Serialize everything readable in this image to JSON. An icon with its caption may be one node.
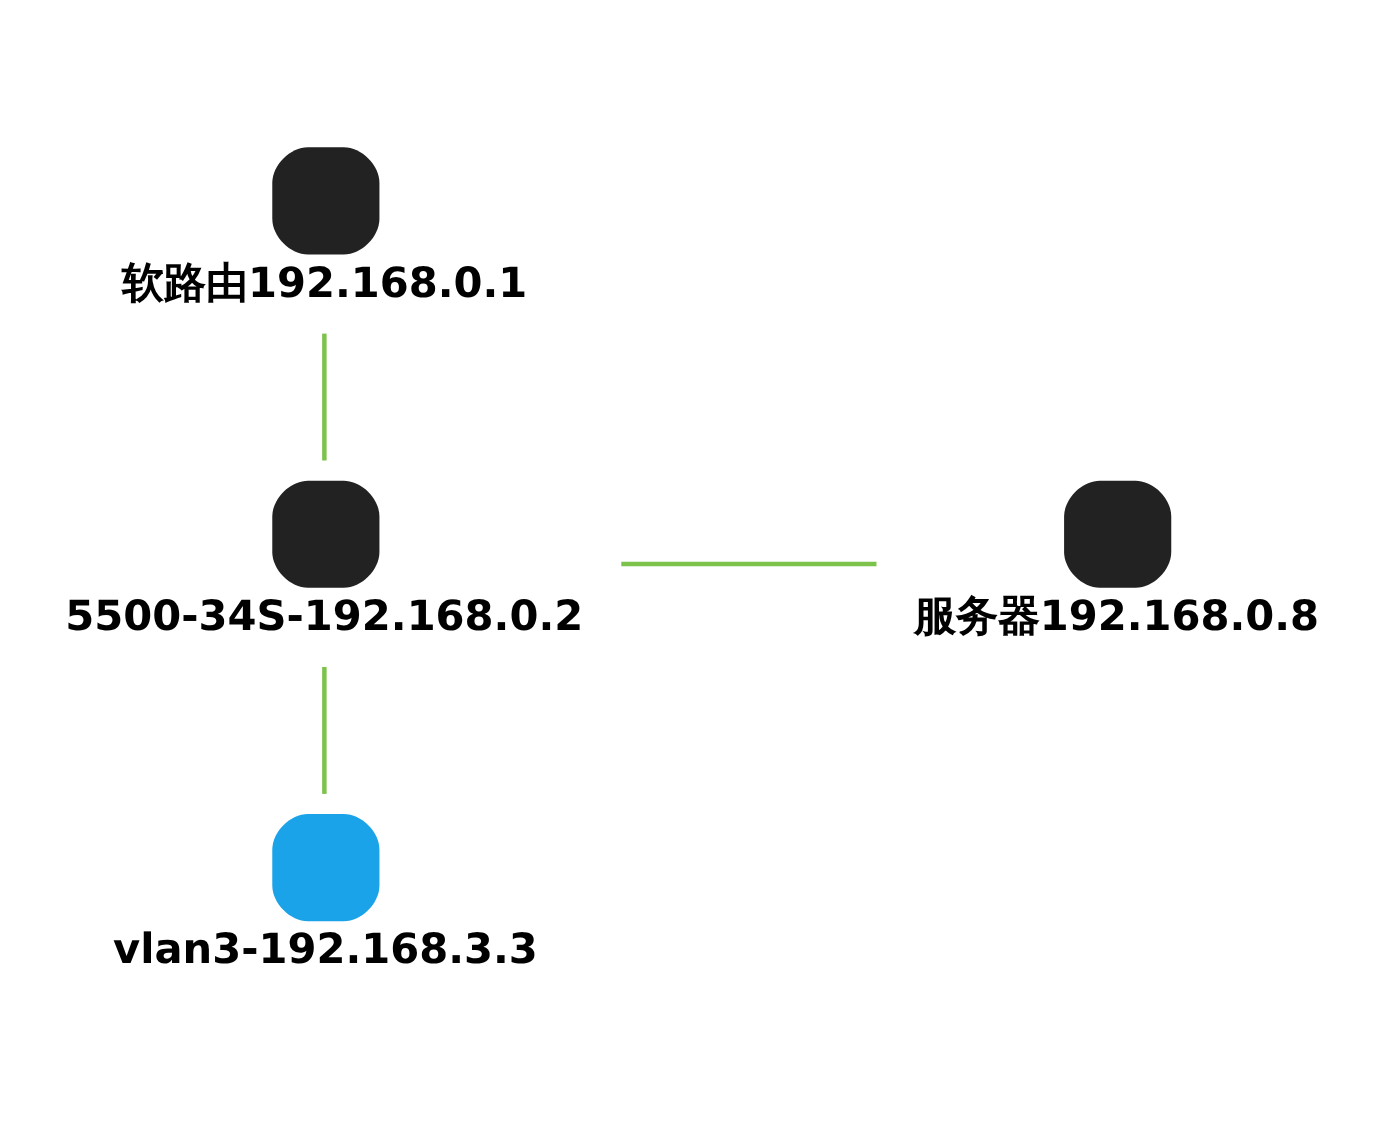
{
  "diagram": {
    "nodes": [
      {
        "text": [
          "软路由192.168.0.1"
        ]
      },
      {
        "text": [
          "5500-34S-192.168.0.2"
        ]
      },
      {
        "text": [
          "服务器192.168.0.8"
        ]
      },
      {
        "text": [
          "vlan3-192.168.3.3"
        ]
      }
    ],
    "edges": [
      {
        "from": 0,
        "to": 1,
        "arrow": "none",
        "color": "#7dc24b"
      },
      {
        "from": 1,
        "to": 2,
        "arrow": "none",
        "color": "#7dc24b"
      },
      {
        "from": 1,
        "to": 3,
        "arrow": "none",
        "color": "#7dc24b"
      }
    ]
  }
}
